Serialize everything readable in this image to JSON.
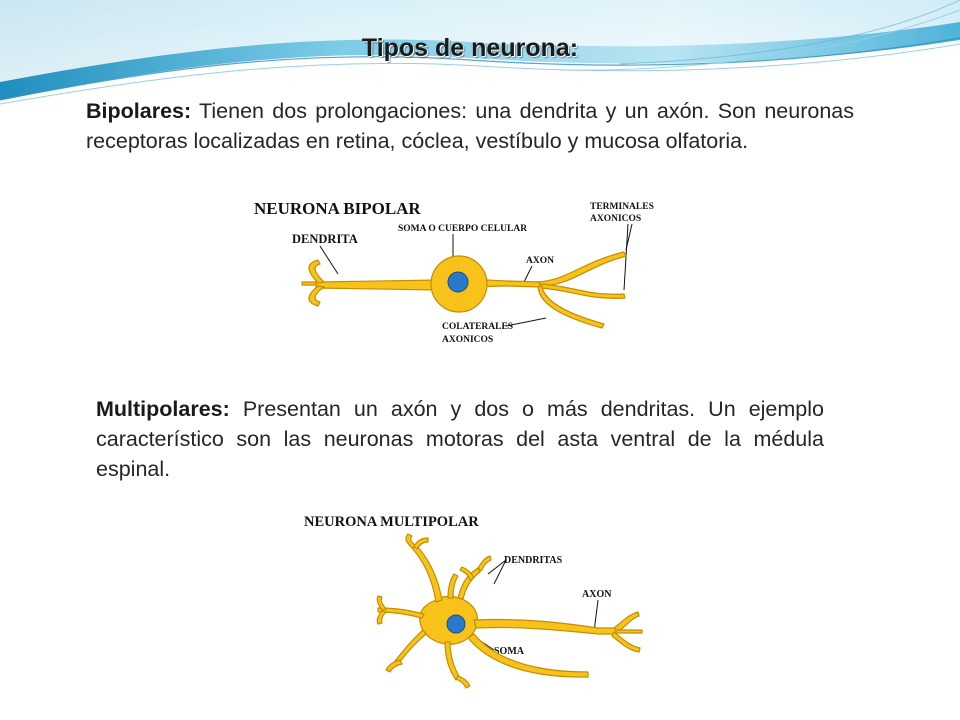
{
  "title": "Tipos de neurona:",
  "colors": {
    "wave_dark": "#2f9fc9",
    "wave_light": "#bfe6f3",
    "neuron_fill": "#f7c21a",
    "neuron_stroke": "#c48e00",
    "nucleus": "#2a78c8"
  },
  "bipolar": {
    "term": "Bipolares:",
    "text": " Tienen dos prolongaciones: una dendrita y un axón. Son neuronas receptoras localizadas en retina, cóclea, vestíbulo y mucosa olfatoria.",
    "figure": {
      "title": "NEURONA BIPOLAR",
      "label_dendrita": "DENDRITA",
      "label_soma": "SOMA O CUERPO CELULAR",
      "label_axon": "AXON",
      "label_terminales_1": "TERMINALES",
      "label_terminales_2": "AXONICOS",
      "label_colaterales_1": "COLATERALES",
      "label_colaterales_2": "AXONICOS"
    }
  },
  "multipolar": {
    "term": "Multipolares:",
    "text": " Presentan un axón y dos o más dendritas. Un ejemplo característico son las neuronas motoras del asta ventral de la médula espinal.",
    "figure": {
      "title": "NEURONA MULTIPOLAR",
      "label_dendritas": "DENDRITAS",
      "label_axon": "AXON",
      "label_soma": "SOMA"
    }
  }
}
